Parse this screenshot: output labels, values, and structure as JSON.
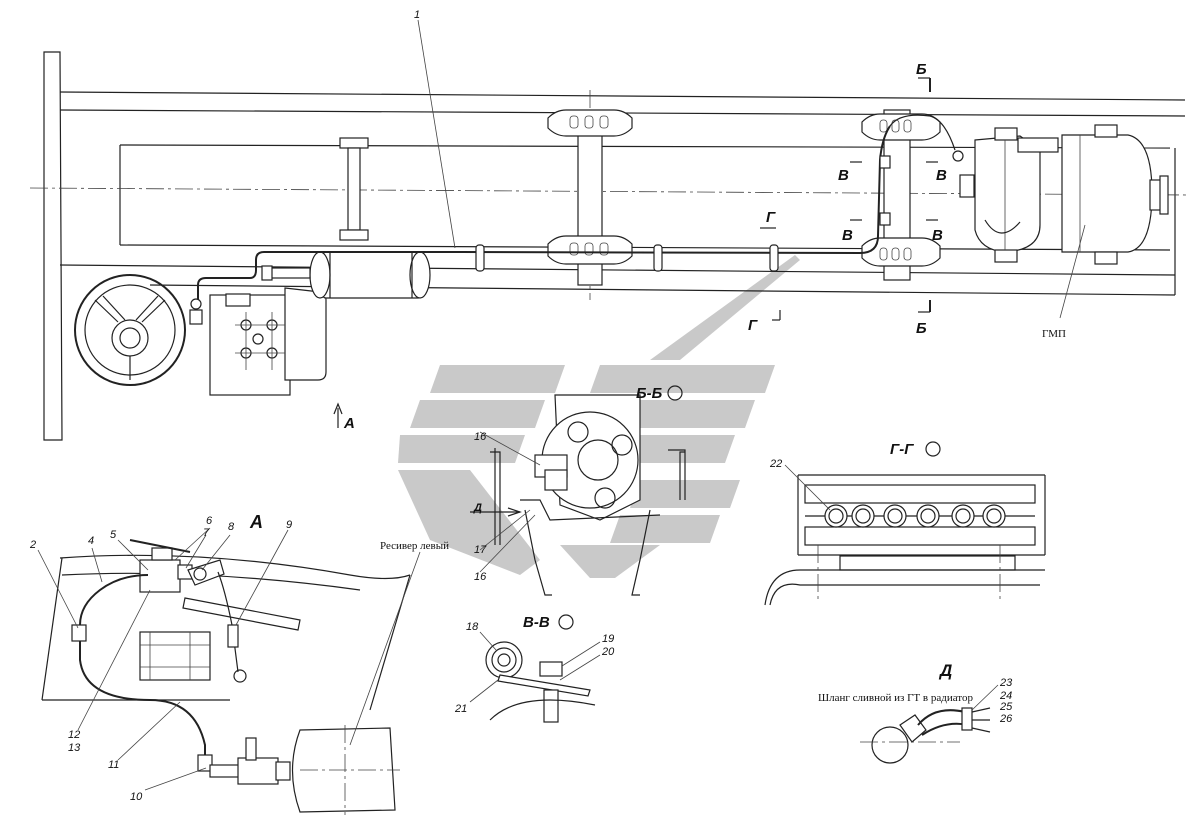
{
  "labels": {
    "l1": "1",
    "l2": "2",
    "l4": "4",
    "l5": "5",
    "l6": "6",
    "l7": "7",
    "l8": "8",
    "l9": "9",
    "l10": "10",
    "l11": "11",
    "l12": "12",
    "l13": "13",
    "l16a": "16",
    "l16b": "16",
    "l17": "17",
    "l18": "18",
    "l19": "19",
    "l20": "20",
    "l21": "21",
    "l22": "22",
    "l23": "23",
    "l24": "24",
    "l25": "25",
    "l26": "26"
  },
  "sections": {
    "b_top": "Б",
    "b_bottom": "Б",
    "v_upper_left": "В",
    "v_upper_right": "В",
    "v_lower_left": "В",
    "v_lower_right": "В",
    "g_upper": "Г",
    "g_lower": "Г",
    "view_a_arrow": "А",
    "view_a_title": "А",
    "bb_title": "Б-Б",
    "gg_title": "Г-Г",
    "vv_title": "В-В",
    "d_arrow": "Д",
    "d_title": "Д"
  },
  "captions": {
    "gmp": "ГМП",
    "receiver_left": "Ресивер левый",
    "hose_caption": "Шланг сливной из ГТ в радиатор"
  },
  "watermark": {
    "color": "#c9c9c9"
  }
}
